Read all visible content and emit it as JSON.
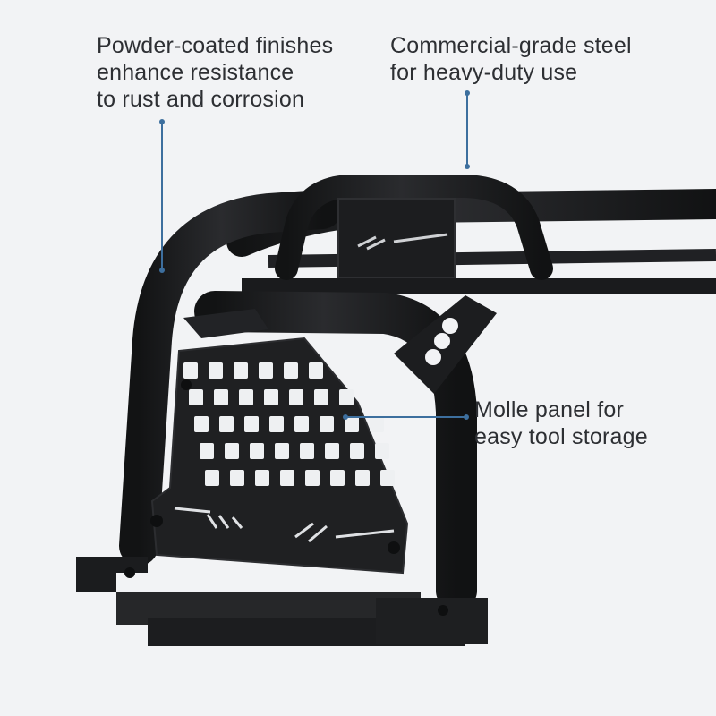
{
  "callouts": {
    "finish": "Powder-coated finishes\nenhance resistance\nto rust and corrosion",
    "steel": "Commercial-grade steel\nfor heavy-duty use",
    "molle": "Molle panel for\neasy tool storage"
  },
  "colors": {
    "background": "#f2f3f5",
    "product": "#1e1f21",
    "pointer": "#3d6f9e",
    "text": "#2d2f33"
  }
}
